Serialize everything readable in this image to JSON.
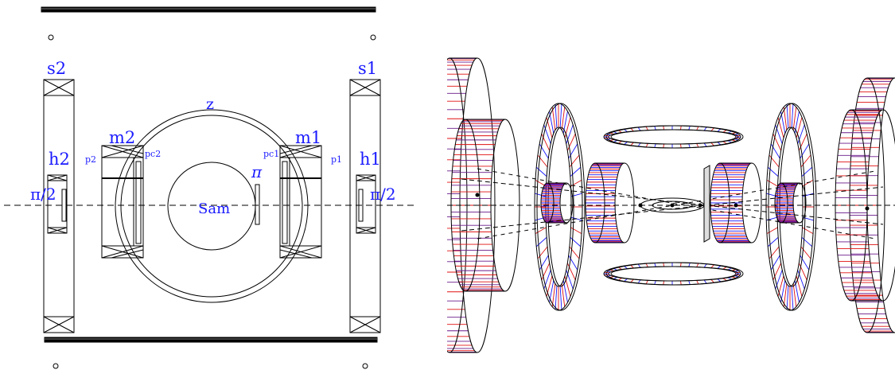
{
  "left_panel": {
    "labels": {
      "s2": "s2",
      "s1": "s1",
      "z": "z",
      "m2": "m2",
      "m1": "m1",
      "h2": "h2",
      "h1": "h1",
      "p2": "p2",
      "p1": "p1",
      "pc2": "pc2",
      "pc1": "pc1",
      "pi": "π",
      "pi_half_left": "π/2",
      "pi_half_right": "π/2",
      "sam": "Sam"
    }
  },
  "colors": {
    "label_blue": "#1a1aff",
    "line": "#000000",
    "red": "#e01010",
    "blue": "#1a1aff",
    "purple": "#6a1a8a"
  }
}
